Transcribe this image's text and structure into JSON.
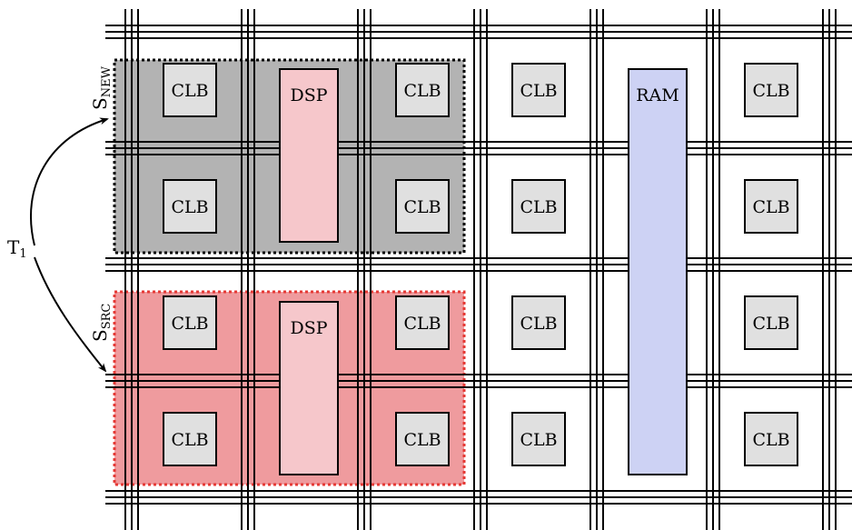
{
  "colors": {
    "clb_fill": "#e0e0e0",
    "dsp_fill": "#f6c7cb",
    "ram_fill": "#cdd2f4",
    "region_new_fill": "#b3b3b3",
    "region_src_fill": "#ef9b9e",
    "region_src_border": "#e53935",
    "wire": "#000000"
  },
  "grid": {
    "columns": 6,
    "rows": 4
  },
  "blocks": {
    "clb_label": "CLB",
    "dsp_label": "DSP",
    "ram_label": "RAM"
  },
  "regions": {
    "new": {
      "label_main": "S",
      "label_sub": "NEW"
    },
    "src": {
      "label_main": "S",
      "label_sub": "SRC"
    }
  },
  "transform": {
    "label_main": "T",
    "label_sub": "1"
  }
}
